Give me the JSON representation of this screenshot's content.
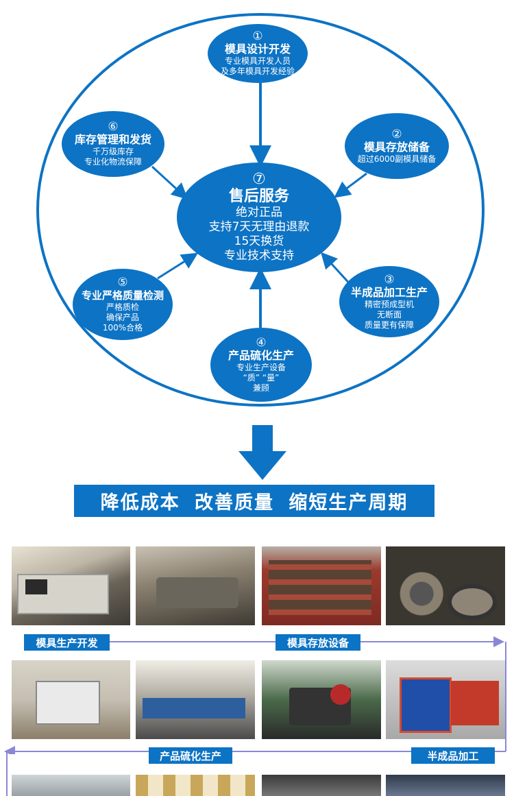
{
  "colors": {
    "primary": "#0d73c4",
    "flow_line": "#8a87d6"
  },
  "diagram": {
    "center": {
      "num": "⑦",
      "title": "售后服务",
      "lines": [
        "绝对正品",
        "支持7天无理由退款",
        "15天换货",
        "专业技术支持"
      ]
    },
    "nodes": [
      {
        "num": "①",
        "title": "模具设计开发",
        "lines": [
          "专业模具开发人员",
          "及多年模具开发经验"
        ]
      },
      {
        "num": "②",
        "title": "模具存放储备",
        "lines": [
          "超过6000副模具储备"
        ]
      },
      {
        "num": "③",
        "title": "半成品加工生产",
        "lines": [
          "精密预成型机",
          "无断面",
          "质量更有保障"
        ]
      },
      {
        "num": "④",
        "title": "产品硫化生产",
        "lines": [
          "专业生产设备",
          "“质” “量”",
          "兼顾"
        ]
      },
      {
        "num": "⑤",
        "title": "专业严格质量检测",
        "lines": [
          "严格质检",
          "确保产品",
          "100%合格"
        ]
      },
      {
        "num": "⑥",
        "title": "库存管理和发货",
        "lines": [
          "千万级库存",
          "专业化物流保障"
        ]
      }
    ]
  },
  "banner": {
    "text": "降低成本 改善质量 缩短生产周期"
  },
  "flow": {
    "labels": [
      "模具生产开发",
      "模具存放设备",
      "产品硫化生产",
      "半成品加工"
    ]
  }
}
